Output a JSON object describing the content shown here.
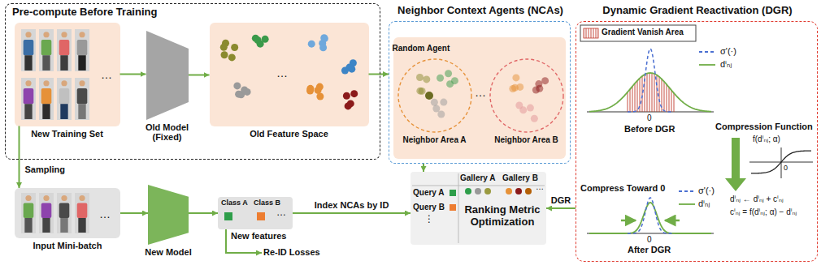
{
  "diagram": {
    "nodes": [
      {
        "text": [
          "Pre-compute Before Training"
        ]
      },
      {
        "text": [
          "New Training Set"
        ],
        "in": 0
      },
      {
        "text": [
          "Old Model (Fixed)"
        ],
        "in": 0
      },
      {
        "text": [
          "Old Feature Space"
        ],
        "in": 0
      },
      {
        "text": [
          "Neighbor Context Agents (NCAs)"
        ]
      },
      {
        "text": [
          "Random Agent",
          "Neighbor Area A"
        ],
        "in": 4
      },
      {
        "text": [
          "Neighbor Area B"
        ],
        "in": 4
      },
      {
        "text": [
          "Dynamic Gradient Reactivation (DGR)"
        ]
      },
      {
        "text": [
          "Input Mini-batch"
        ]
      },
      {
        "text": [
          "New Model"
        ]
      },
      {
        "text": [
          "Class A",
          "Class B",
          "New features"
        ]
      },
      {
        "text": [
          "Re-ID Losses"
        ]
      },
      {
        "text": [
          "Gallery A",
          "Gallery B",
          "Query A",
          "Query B",
          "Ranking Metric Optimization"
        ]
      }
    ],
    "edges": [
      {
        "from": 1,
        "to": 2,
        "arrow": "to"
      },
      {
        "from": 2,
        "to": 3,
        "arrow": "to"
      },
      {
        "from": 3,
        "to": 4,
        "arrow": "to"
      },
      {
        "from": 1,
        "to": 8,
        "label": "Sampling",
        "arrow": "to"
      },
      {
        "from": 8,
        "to": 9,
        "arrow": "to"
      },
      {
        "from": 9,
        "to": 10,
        "arrow": "to"
      },
      {
        "from": 10,
        "to": 11,
        "arrow": "to"
      },
      {
        "from": 10,
        "to": 12,
        "label": "Index NCAs by ID",
        "arrow": "to"
      },
      {
        "from": 4,
        "to": 12,
        "arrow": "to"
      },
      {
        "from": 7,
        "to": 12,
        "label": "DGR",
        "arrow": "to"
      }
    ],
    "labels": [
      "…",
      "…",
      "…",
      "…",
      "…",
      "…",
      "⋮",
      "Before DGR",
      "0",
      "Compression Function",
      "f(dⁱₙⱼ; α)",
      "0",
      "dⁱₙⱼ ← dⁱₙⱼ + cⁱₙⱼ",
      "cⁱₙⱼ = f(dⁱₙⱼ; α) − dⁱₙⱼ",
      "Compress Toward 0",
      "0",
      "After DGR"
    ],
    "legend": [
      {
        "text": "Gradient Vanish Area"
      },
      {
        "text": "σ'(·)"
      },
      {
        "text": "dⁱₙⱼ"
      },
      {
        "text": "σ'(·)"
      },
      {
        "text": "dⁱₙⱼ"
      }
    ]
  }
}
